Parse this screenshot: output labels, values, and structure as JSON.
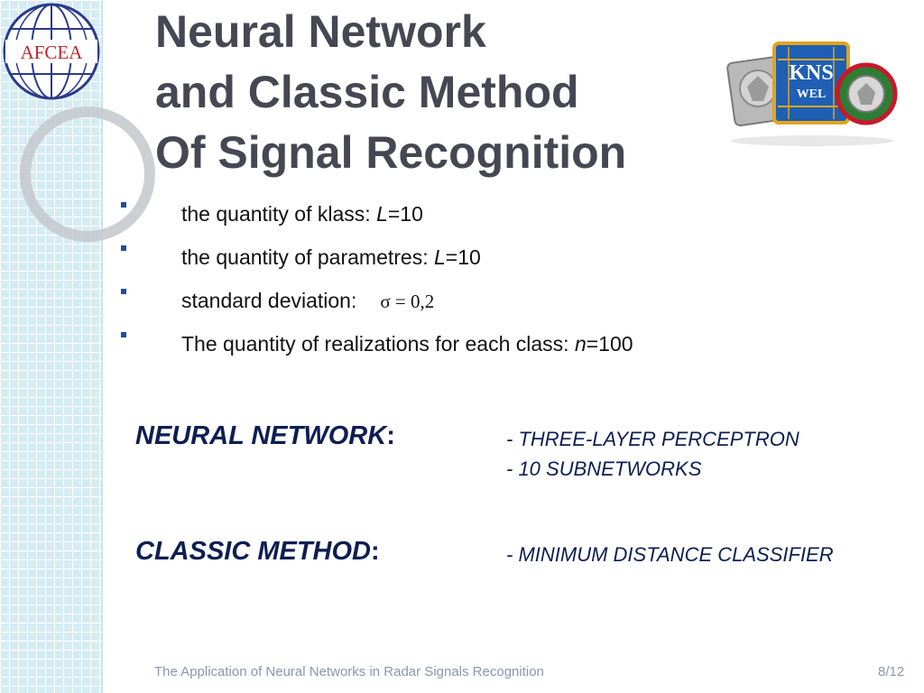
{
  "logo": {
    "text": "AFCEA"
  },
  "title": {
    "line1": "Neural Network",
    "line2": "and Classic Method",
    "line3": "Of Signal Recognition"
  },
  "crest": {
    "line1": "KNS",
    "line2": "WEL"
  },
  "bullets": [
    {
      "text": "the quantity of klass: ",
      "var": "L",
      "value": "=10"
    },
    {
      "text": "the quantity of parametres: ",
      "var": "L",
      "value": "=10"
    },
    {
      "text": "standard deviation:",
      "math": "σ = 0,2"
    },
    {
      "text": "The quantity of realizations for each class: ",
      "var": "n",
      "value": "=100"
    }
  ],
  "neural": {
    "label": "NEURAL NETWORK",
    "colon": ":",
    "items": [
      "- THREE-LAYER PERCEPTRON",
      "- 10 SUBNETWORKS"
    ]
  },
  "classic": {
    "label": "CLASSIC METHOD",
    "colon": ":",
    "items": [
      "- MINIMUM DISTANCE CLASSIFIER"
    ]
  },
  "footer": {
    "text": "The Application of Neural Networks in Radar Signals Recognition",
    "page": "8/12"
  },
  "colors": {
    "title": "#474754",
    "accent": "#0d1e52",
    "bullet": "#1f4e9c",
    "sidebar": "#d6ecf3"
  }
}
